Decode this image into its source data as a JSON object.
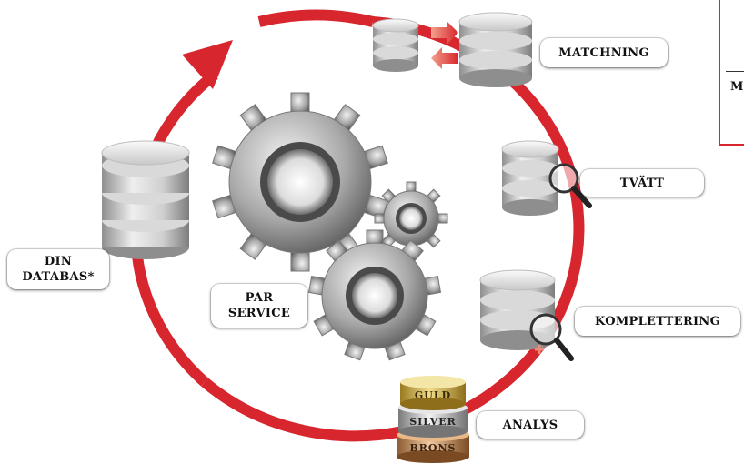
{
  "labels": {
    "din_databas_line1": "DIN",
    "din_databas_line2": "DATABAS*",
    "par_service_line1": "PAR",
    "par_service_line2": "SERVICE",
    "matchning": "MATCHNING",
    "tvatt": "TVÄTT",
    "komplettering": "KOMPLETTERING",
    "analys": "ANALYS"
  },
  "tiers": {
    "guld": "GULD",
    "silver": "SILVER",
    "brons": "BRONS"
  },
  "side_panel": {
    "letter": "M"
  },
  "colors": {
    "cycle_red": "#d8262e",
    "gold": "#c9a43b",
    "silver": "#a9aaad",
    "bronze": "#b07a4a"
  },
  "icons": [
    "database-icon",
    "gears-icon",
    "magnifier-icon",
    "transfer-arrows-icon",
    "tier-stack-icon"
  ]
}
